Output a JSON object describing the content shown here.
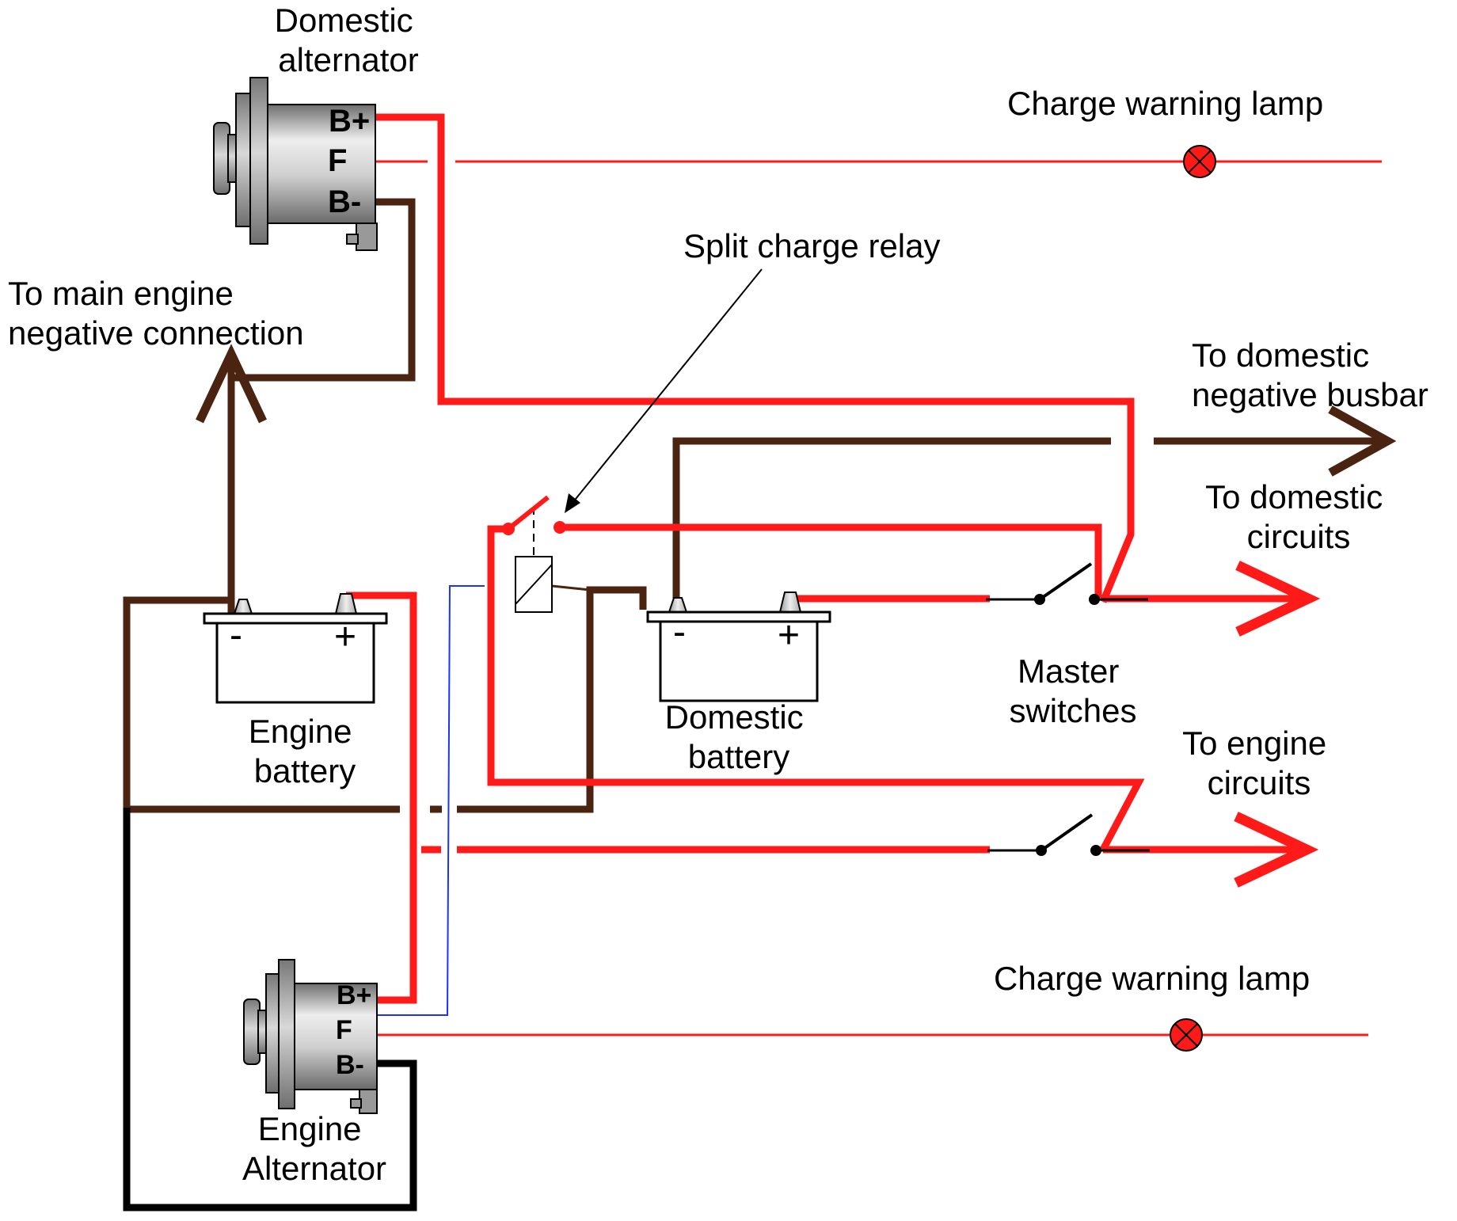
{
  "labels": {
    "domestic_alternator": [
      "Domestic",
      "alternator"
    ],
    "engine_alternator": [
      "Engine",
      "Alternator"
    ],
    "charge_warning_lamp_top": "Charge  warning  lamp",
    "charge_warning_lamp_bottom": "Charge  warning  lamp",
    "split_charge_relay": "Split  charge  relay",
    "to_main_engine_negative": [
      "To  main  engine",
      "negative  connection"
    ],
    "to_domestic_negative_busbar": [
      "To  domestic",
      "negative  busbar"
    ],
    "to_domestic_circuits": [
      "To  domestic",
      "circuits"
    ],
    "to_engine_circuits": [
      "To  engine",
      "circuits"
    ],
    "engine_battery": [
      "Engine",
      "battery"
    ],
    "domestic_battery": [
      "Domestic",
      "battery"
    ],
    "master_switches": [
      "Master",
      "switches"
    ]
  },
  "terminals": {
    "b_plus": "B+",
    "field": "F",
    "b_minus": "B-"
  },
  "battery_signs": {
    "negative": "-",
    "positive": "+"
  },
  "colors": {
    "positive_wire": "#ff1a1a",
    "negative_wire": "#4a2410",
    "engine_ground_wire": "#000000",
    "field_wire": "#1a33ff",
    "lamp": "#ff1a1a"
  }
}
